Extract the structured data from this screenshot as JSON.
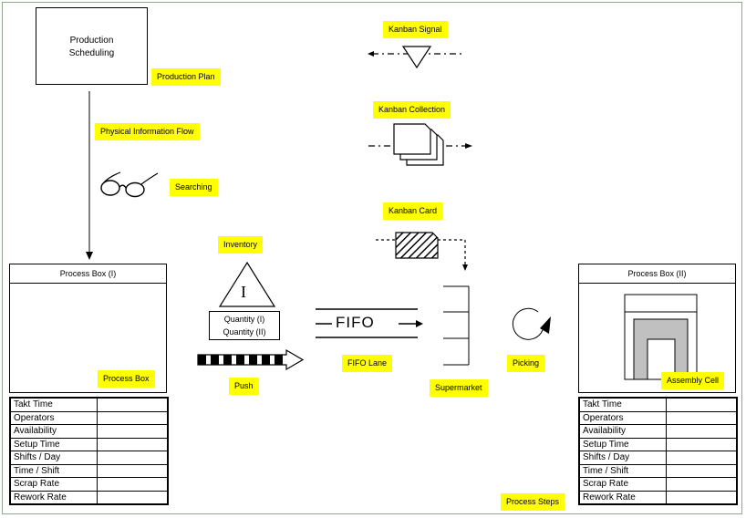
{
  "labels": {
    "production_plan": "Production Plan",
    "physical_information_flow": "Physical Information Flow",
    "searching": "Searching",
    "inventory": "Inventory",
    "process_box": "Process Box",
    "push": "Push",
    "fifo_lane": "FIFO Lane",
    "supermarket": "Supermarket",
    "picking": "Picking",
    "assembly_cell": "Assembly Cell",
    "process_steps": "Process Steps",
    "kanban_signal": "Kanban Signal",
    "kanban_collection": "Kanban Collection",
    "kanban_card": "Kanban Card"
  },
  "production_scheduling": {
    "line1": "Production",
    "line2": "Scheduling"
  },
  "process_box_1": {
    "title": "Process Box (I)"
  },
  "process_box_2": {
    "title": "Process Box (II)"
  },
  "inventory_symbol": {
    "letter": "I",
    "quantity1": "Quantity (I)",
    "quantity2": "Quantity (II)"
  },
  "fifo": {
    "text": "FIFO"
  },
  "data_table_rows": [
    "Takt Time",
    "Operators",
    "Availability",
    "Setup Time",
    "Shifts / Day",
    "Time / Shift",
    "Scrap Rate",
    "Rework Rate"
  ],
  "colors": {
    "highlight": "#ffff00",
    "frame": "#8fa88f",
    "assembly_gray": "#c0c0c0"
  },
  "icons": [
    "glasses-icon",
    "triangle-icon",
    "push-arrow-icon",
    "fifo-arrow-icon",
    "supermarket-icon",
    "picking-icon",
    "assembly-cell-icon",
    "kanban-signal-icon",
    "kanban-collection-icon",
    "kanban-card-icon"
  ]
}
